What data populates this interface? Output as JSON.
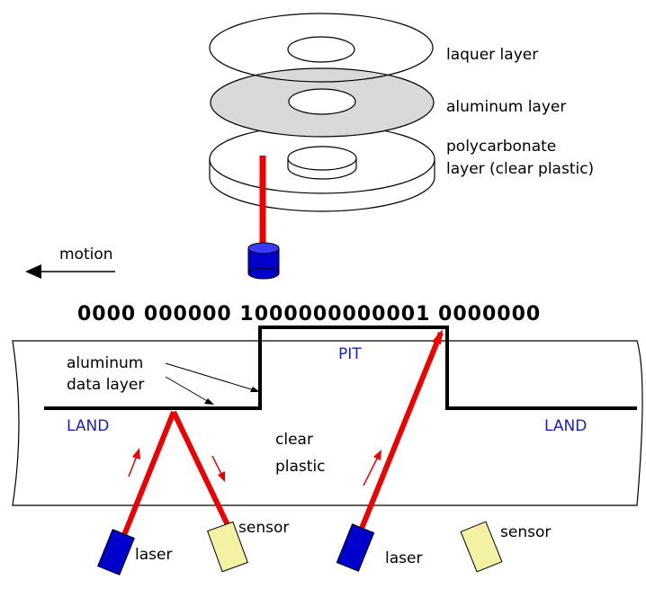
{
  "layers": {
    "laquer": "laquer layer",
    "aluminum": "aluminum layer",
    "polycarbonate_line1": "polycarbonate",
    "polycarbonate_line2": "layer (clear plastic)"
  },
  "motion_label": "motion",
  "bit_sequence": "0000 000000 1000000000001 0000000",
  "cross_section": {
    "aluminum_line1": "aluminum",
    "aluminum_line2": "data layer",
    "pit": "PIT",
    "land_left": "LAND",
    "land_right": "LAND",
    "clear_line1": "clear",
    "clear_line2": "plastic",
    "sensor_1": "sensor",
    "laser_1": "laser",
    "sensor_2": "sensor",
    "laser_2": "laser"
  },
  "colors": {
    "laser_beam": "#ee0000",
    "laser_body": "#0000cc",
    "sensor_body": "#f2f2a2",
    "aluminum_fill": "#d9d9d9",
    "label_blue": "#1a1ad6"
  }
}
